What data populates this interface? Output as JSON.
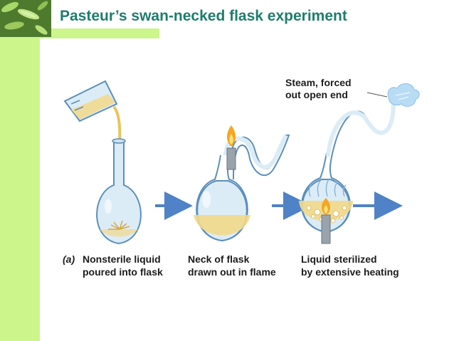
{
  "slide": {
    "title": "Pasteur’s swan-necked flask experiment"
  },
  "diagram": {
    "panel_letter": "(a)",
    "captions": [
      {
        "line1": "Nonsterile liquid",
        "line2": "poured into flask"
      },
      {
        "line1": "Neck of flask",
        "line2": "drawn out in flame"
      },
      {
        "line1": "Liquid sterilized",
        "line2": "by extensive heating"
      }
    ],
    "steam_label": {
      "line1": "Steam, forced",
      "line2": "out open end"
    }
  },
  "colors": {
    "title": "#1f7d6d",
    "accent_band": "#ccf58b",
    "arrow": "#4f82c6",
    "glass": "#dcecf7",
    "glass_outline": "#5b8fbc",
    "liquid": "#f2d98a",
    "flame": "#f5a623"
  }
}
